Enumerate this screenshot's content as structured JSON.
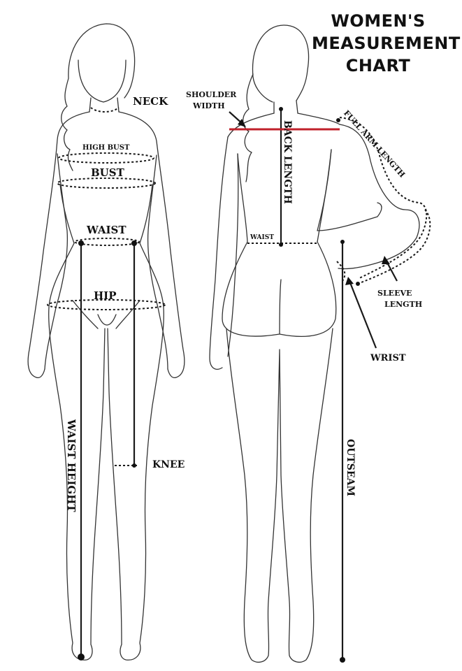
{
  "title": {
    "line1": "WOMEN'S",
    "line2": "MEASUREMENT",
    "line3": "CHART"
  },
  "labels": {
    "neck": "NECK",
    "high_bust": "HIGH BUST",
    "bust": "BUST",
    "waist_front": "WAIST",
    "hip": "HIP",
    "knee": "KNEE",
    "waist_height": "WAIST HEIGHT",
    "shoulder": "SHOULDER",
    "width": "WIDTH",
    "back_length": "BACK LENGTH",
    "waist_back": "WAIST",
    "full_arm_length": "FULL ARM LENGTH",
    "sleeve": "SLEEVE",
    "length": "LENGTH",
    "wrist": "WRIST",
    "outseam": "OUTSEAM"
  },
  "colors": {
    "line": "#1a1a1a",
    "shoulder_line": "#c0202a"
  }
}
